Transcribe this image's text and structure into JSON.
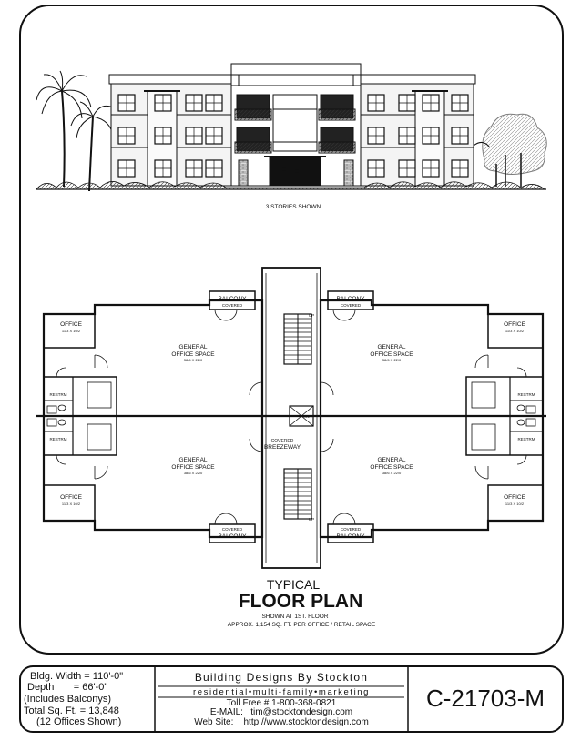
{
  "elevation": {
    "caption": "3 STORIES SHOWN"
  },
  "plan": {
    "rooms": {
      "balcony_top_left": {
        "name": "BALCONY",
        "sub": "COVERED"
      },
      "balcony_top_right": {
        "name": "BALCONY",
        "sub": "COVERED"
      },
      "balcony_bottom_left": {
        "sub": "COVERED",
        "name": "BALCONY"
      },
      "balcony_bottom_right": {
        "sub": "COVERED",
        "name": "BALCONY"
      },
      "office_top_left": {
        "name": "OFFICE",
        "dim": "11/3 X 10/2"
      },
      "office_top_right": {
        "name": "OFFICE",
        "dim": "11/3 X 10/2"
      },
      "office_bottom_left": {
        "name": "OFFICE",
        "dim": "11/3 X 10/2"
      },
      "office_bottom_right": {
        "name": "OFFICE",
        "dim": "11/3 X 10/2"
      },
      "general_top_left": {
        "line1": "GENERAL",
        "line2": "OFFICE SPACE",
        "dim": "38/6 X 22/0"
      },
      "general_top_right": {
        "line1": "GENERAL",
        "line2": "OFFICE SPACE",
        "dim": "38/6 X 22/0"
      },
      "general_bottom_left": {
        "line1": "GENERAL",
        "line2": "OFFICE SPACE",
        "dim": "38/6 X 22/0"
      },
      "general_bottom_right": {
        "line1": "GENERAL",
        "line2": "OFFICE SPACE",
        "dim": "38/6 X 22/0"
      },
      "restroom": "RESTRM",
      "breezeway": {
        "line1": "COVERED",
        "line2": "BREEZEWAY"
      },
      "stair_up": "UP",
      "elevator": "ELEV"
    },
    "title_small": "TYPICAL",
    "title_large": "FLOOR PLAN",
    "sub1": "SHOWN AT 1ST. FLOOR",
    "sub2": "APPROX. 1,154 SQ. FT. PER OFFICE / RETAIL SPACE"
  },
  "titleblock": {
    "specs": [
      "Bldg. Width = 110'-0\"",
      "Depth       = 66'-0\"",
      "(Includes Balconys)",
      "Total Sq. Ft. = 13,848",
      "(12 Offices Shown)"
    ],
    "company": "Building Designs By Stockton",
    "tagline": "residential•multi-family•marketing",
    "phone": "Toll Free # 1-800-368-0821",
    "email": "E-MAIL:   tim@stocktondesign.com",
    "web": "Web Site:    http://www.stocktondesign.com",
    "plan_number": "C-21703-M"
  }
}
